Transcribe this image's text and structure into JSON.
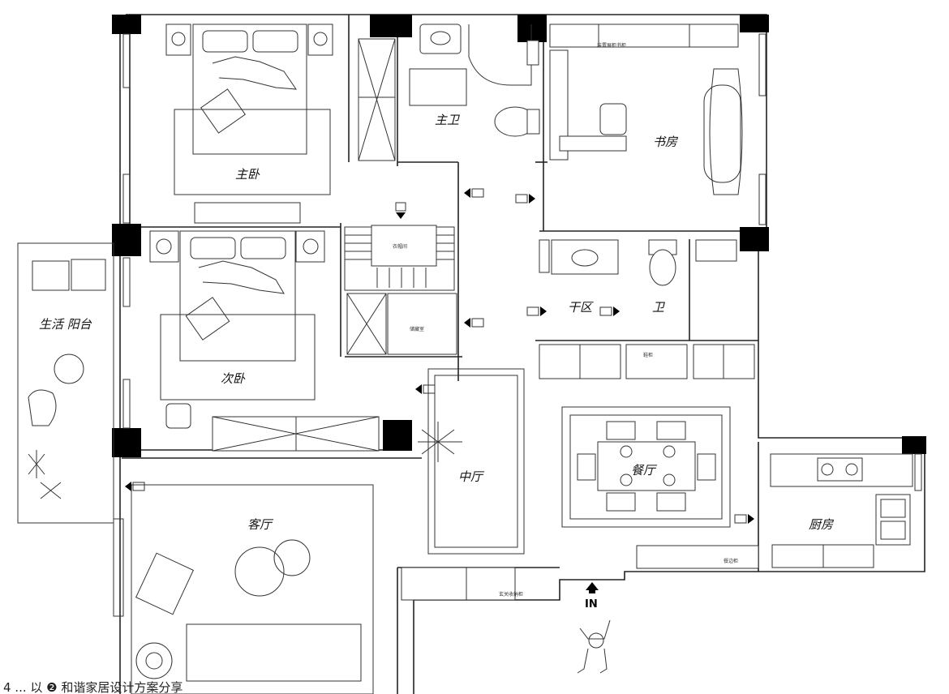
{
  "rooms": {
    "master_bedroom": "主卧",
    "master_bath": "主卫",
    "study": "书房",
    "second_bedroom": "次卧",
    "living_balcony": "生活 阳台",
    "dry_area": "干区",
    "bath": "卫",
    "central_hall": "中厅",
    "dining": "餐厅",
    "living_room": "客厅",
    "kitchen": "厨房"
  },
  "small_labels": {
    "study_shelf": "装置展柜书柜",
    "stair_room": "衣帽间",
    "storage": "储藏室",
    "shoe_cab": "鞋柜",
    "sideboard": "餐边柜",
    "entry_cab": "玄关收纳柜"
  },
  "entrance": "IN",
  "footer_text": "4 ... 以 ❷ 和谐家居设计方案分享"
}
